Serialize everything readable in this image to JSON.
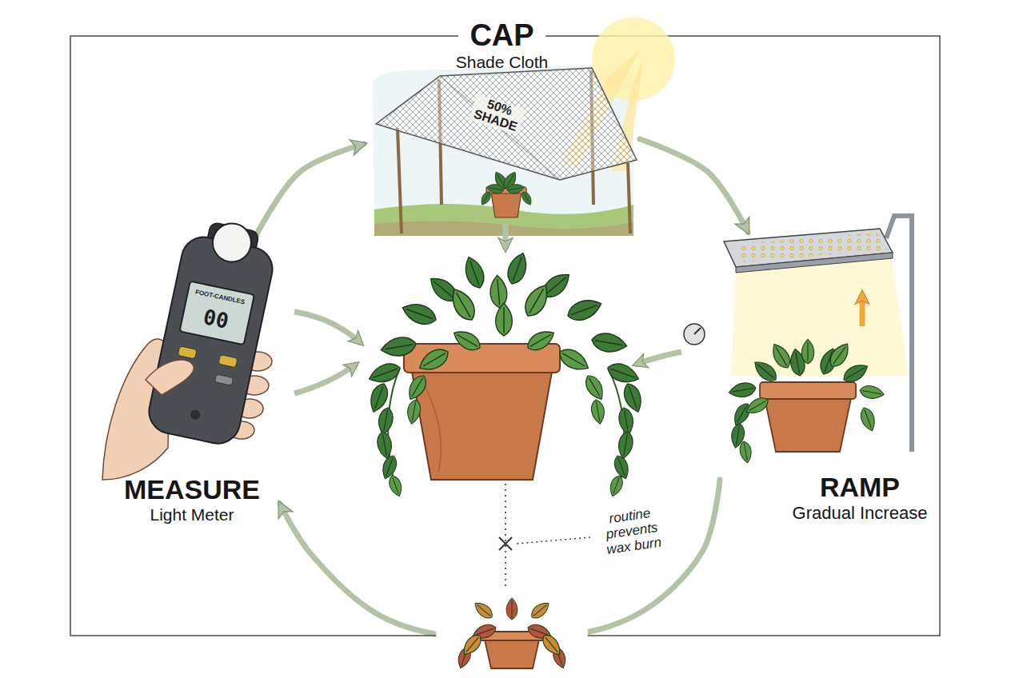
{
  "diagram": {
    "nodes": [
      {
        "text": [
          "CAP",
          "Shade Cloth"
        ]
      },
      {
        "text": [
          "MEASURE",
          "Light Meter"
        ]
      },
      {
        "text": [
          "RAMP",
          "Gradual Increase"
        ]
      }
    ],
    "edges": [
      {
        "from": 1,
        "to": 0,
        "arrow": "to"
      },
      {
        "from": 0,
        "to": 2,
        "arrow": "to"
      },
      {
        "from": 2,
        "to": 1,
        "arrow": "to"
      }
    ],
    "labels": [
      "50% SHADE",
      "FOOT-CANDLES",
      "00",
      "routine prevents wax burn"
    ]
  }
}
